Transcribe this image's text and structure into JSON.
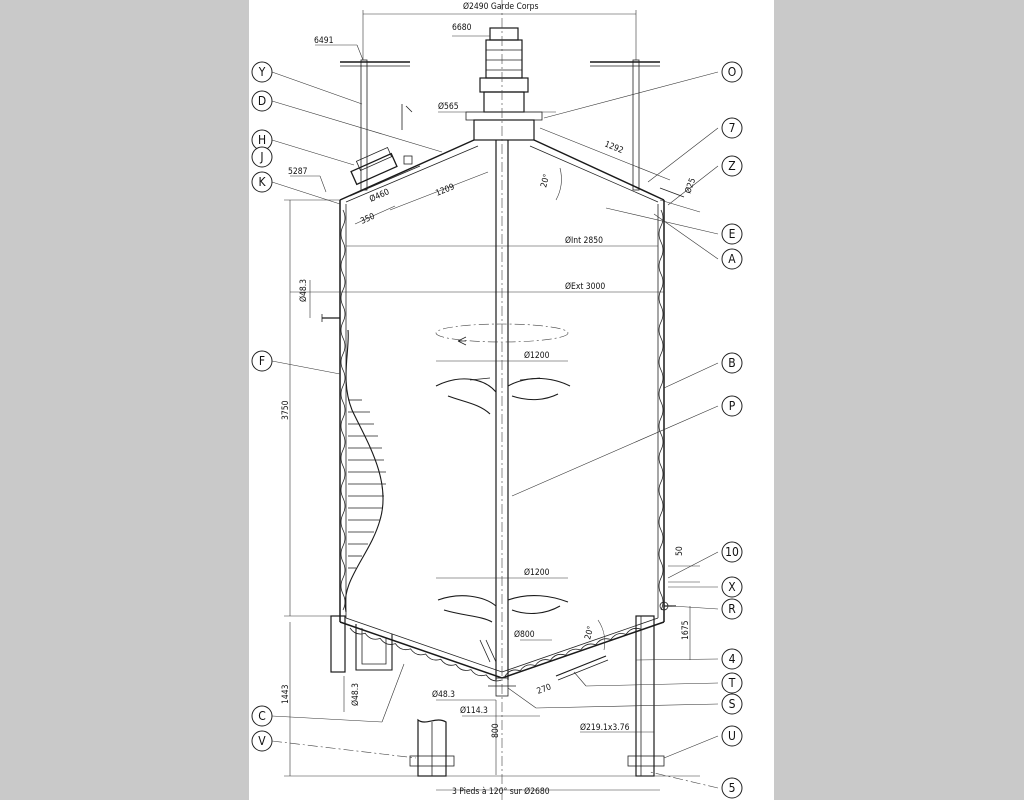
{
  "drawing": {
    "dimensions": {
      "guard_rail": "Ø2490 Garde Corps",
      "top_elev": "6680",
      "rail_elev": "6491",
      "neck": "Ø565",
      "cone_len": "1292",
      "nozzle": "Ø25",
      "manway_elev": "5287",
      "manway_dia": "Ø460",
      "manway_off": "350",
      "manway_rad": "1209",
      "int_dia": "ØInt 2850",
      "ext_dia": "ØExt 3000",
      "pipe_side": "Ø48.3",
      "impeller_top": "Ø1200",
      "impeller_bottom": "Ø1200",
      "shell_height": "3750",
      "bottom_cone": "Ø800",
      "outlet_1": "Ø48.3",
      "outlet_2": "Ø48.3",
      "outlet_3": "Ø114.3",
      "drain_len": "270",
      "leg_pipe": "Ø219.1x3.76",
      "leg_height": "1443",
      "clearance": "800",
      "spacing_50": "50",
      "nozzle_elev": "1675",
      "cone_angle_top": "20°",
      "cone_angle_bottom": "20°",
      "feet": "3 Pieds à 120° sur Ø2680"
    },
    "callouts": {
      "Y": "Y",
      "D": "D",
      "H": "H",
      "J": "J",
      "K": "K",
      "F": "F",
      "C": "C",
      "V": "V",
      "O": "O",
      "7": "7",
      "Z": "Z",
      "E": "E",
      "A": "A",
      "B": "B",
      "P": "P",
      "10": "10",
      "X": "X",
      "R": "R",
      "4": "4",
      "T": "T",
      "S": "S",
      "U": "U",
      "5": "5"
    }
  }
}
